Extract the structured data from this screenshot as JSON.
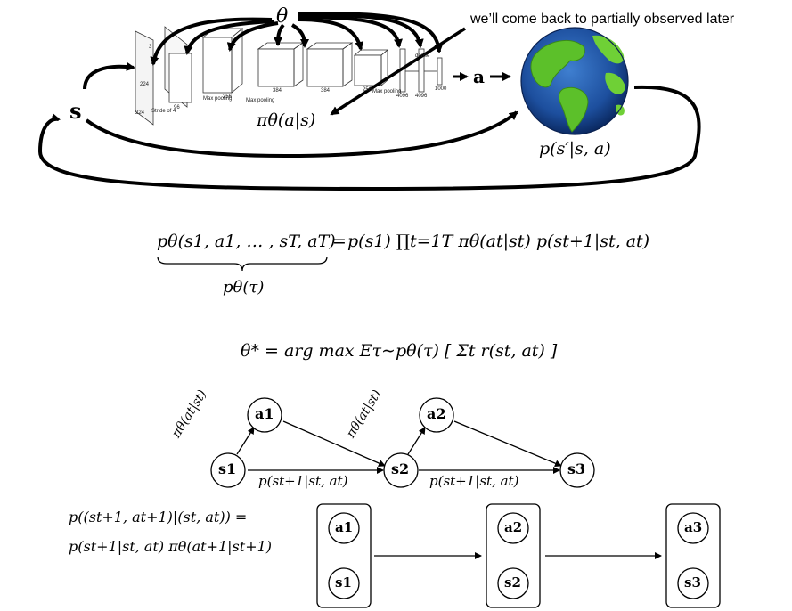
{
  "top": {
    "theta": "θ",
    "state": "s",
    "action": "a",
    "policy": "πθ(a|s)",
    "dynamics": "p(s′|s, a)",
    "note": "we’ll come back to partially observed later",
    "cnn_labels": [
      "Stride of 4",
      "Max pooling",
      "Max pooling",
      "Max pooling",
      "dense",
      "224",
      "224",
      "3",
      "96",
      "256",
      "384",
      "384",
      "256",
      "4096",
      "4096",
      "1000"
    ]
  },
  "equations": {
    "trajectory_lhs": "pθ(s1, a1, … , sT, aT)",
    "trajectory_eq": "=",
    "trajectory_rhs": "p(s1) ∏t=1T πθ(at|st) p(st+1|st, at)",
    "trajectory_brace": "pθ(τ)",
    "objective": "θ* = arg max Eτ∼pθ(τ) [ Σt r(st, at) ]"
  },
  "graph": {
    "nodes": [
      "s1",
      "a1",
      "s2",
      "a2",
      "s3"
    ],
    "policy_edge": "πθ(at|st)",
    "dynamics_edge": "p(st+1|st, at)",
    "markov_line1": "p((st+1, at+1)|(st, at)) =",
    "markov_line2": "p(st+1|st, at) πθ(at+1|st+1)",
    "augmented": [
      {
        "a": "a1",
        "s": "s1"
      },
      {
        "a": "a2",
        "s": "s2"
      },
      {
        "a": "a3",
        "s": "s3"
      }
    ]
  }
}
